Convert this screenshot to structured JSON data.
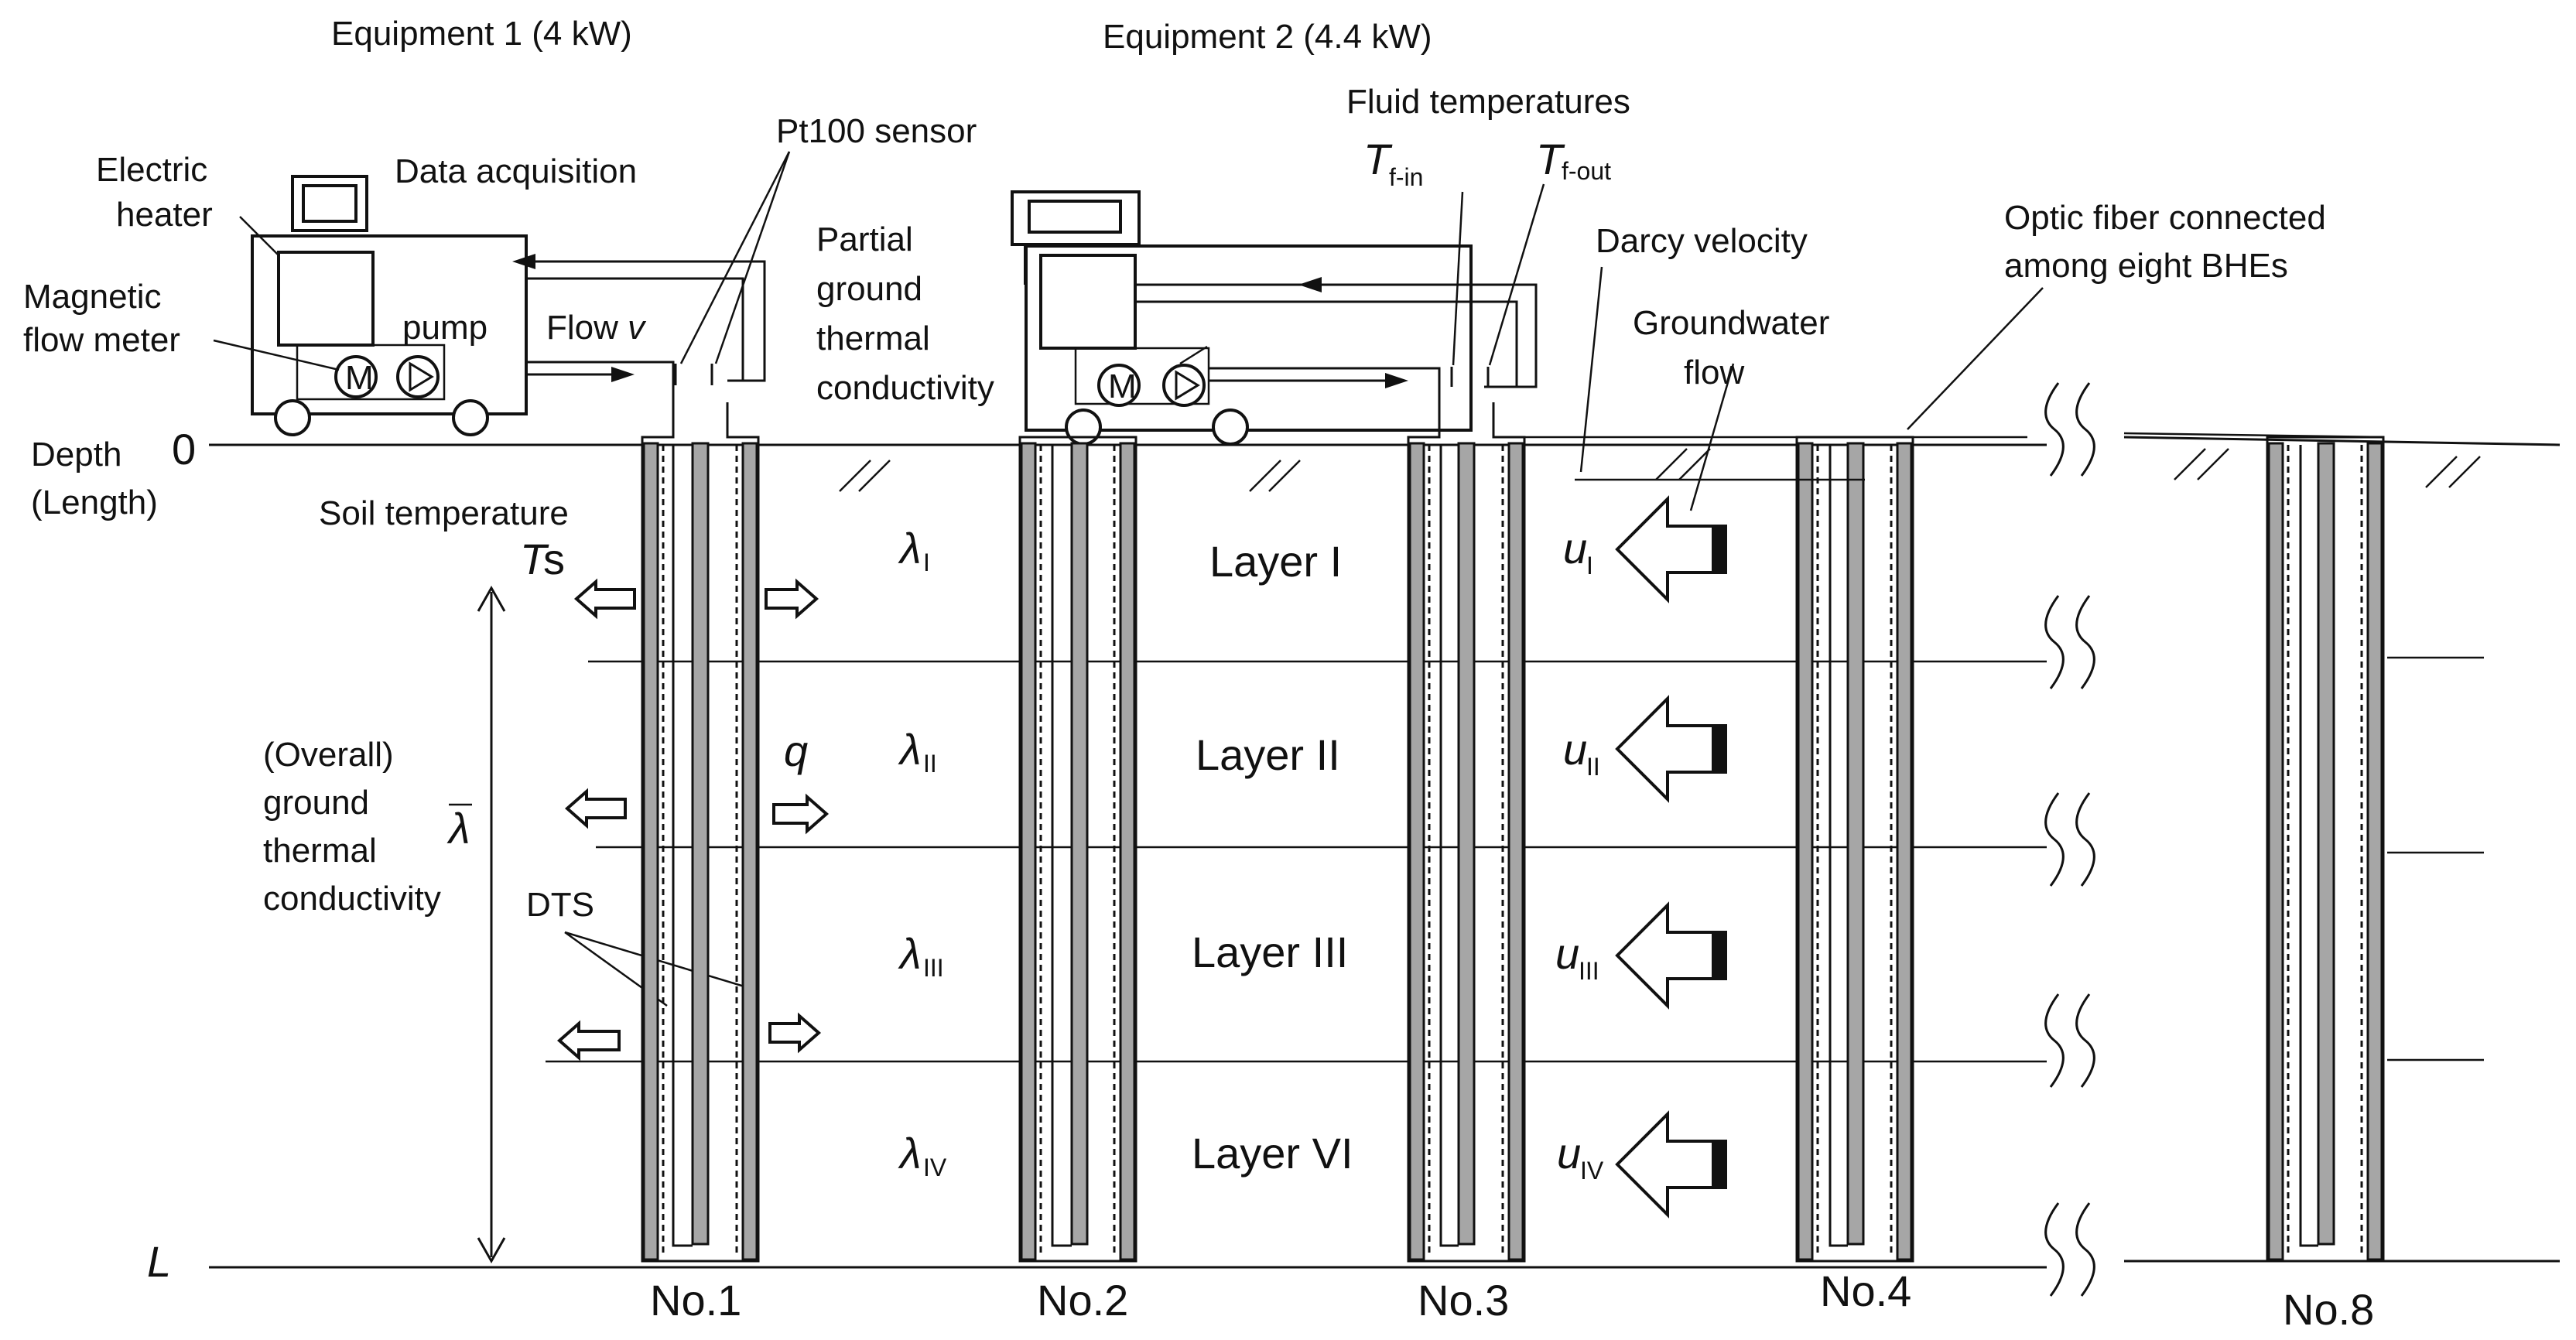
{
  "equipment": {
    "eq1_title": "Equipment 1 (4 kW)",
    "eq2_title": "Equipment 2 (4.4 kW)",
    "data_acquisition": "Data acquisition",
    "electric_heater": [
      "Electric",
      "heater"
    ],
    "magnetic_flow_meter": [
      "Magnetic",
      "flow meter"
    ],
    "pump": "pump",
    "flow_prefix": "Flow ",
    "flow_var": "v",
    "pt100": "Pt100 sensor",
    "partial_conductivity": [
      "Partial",
      "ground",
      "thermal",
      "conductivity"
    ],
    "fluid_temperatures": "Fluid temperatures",
    "tf_T": "T",
    "tf_in_sub": "f-in",
    "tf_out_sub": "f-out",
    "meter_glyph": "M"
  },
  "ground": {
    "depth_zero": "0",
    "depth_label": [
      "Depth",
      "(Length)"
    ],
    "depth_L": "L",
    "soil_temperature": "Soil temperature",
    "ts_T": "T",
    "ts_s": "s",
    "overall_conductivity": [
      "(Overall)",
      "ground",
      "thermal",
      "conductivity"
    ],
    "lambda_bar": "λ",
    "dts": "DTS",
    "q": "q",
    "darcy_velocity": "Darcy velocity",
    "groundwater_flow": [
      "Groundwater",
      "flow"
    ],
    "optic_fiber": [
      "Optic fiber connected",
      "among eight BHEs"
    ]
  },
  "layers": [
    {
      "name": "Layer I",
      "lambda_sub": "I",
      "u_sub": "I"
    },
    {
      "name": "Layer II",
      "lambda_sub": "II",
      "u_sub": "II"
    },
    {
      "name": "Layer III",
      "lambda_sub": "III",
      "u_sub": "III"
    },
    {
      "name": "Layer VI",
      "lambda_sub": "IV",
      "u_sub": "IV"
    }
  ],
  "symbols": {
    "lambda": "λ",
    "u": "u"
  },
  "boreholes": [
    "No.1",
    "No.2",
    "No.3",
    "No.4",
    "No.8"
  ]
}
